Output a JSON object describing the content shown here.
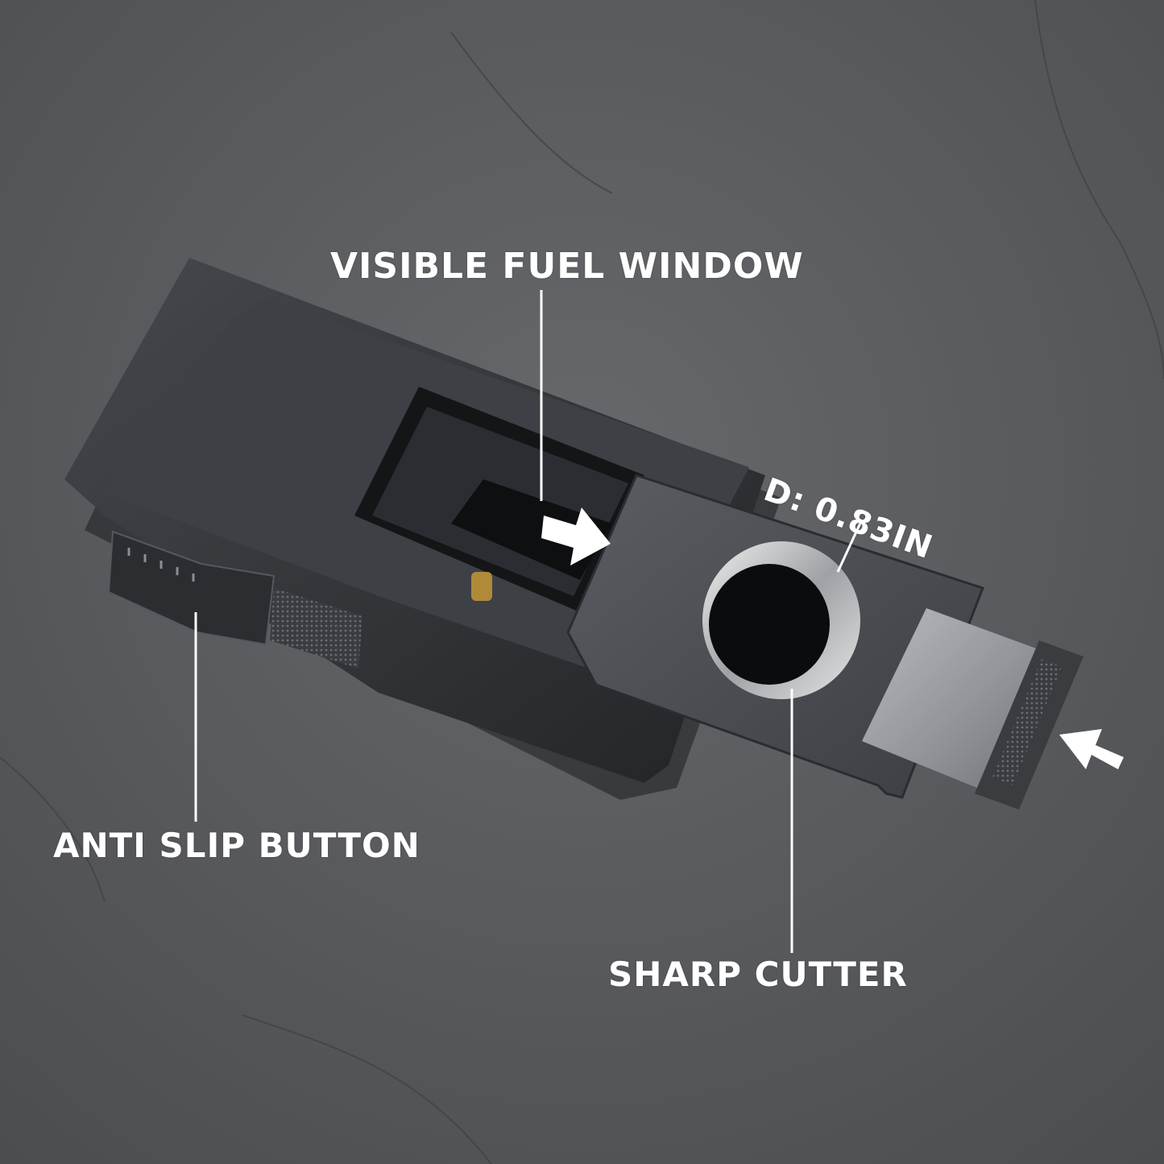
{
  "labels": {
    "fuel_window": "VISIBLE FUEL WINDOW",
    "diameter": "D: 0.83IN",
    "anti_slip": "ANTI SLIP BUTTON",
    "cutter": "SHARP CUTTER"
  },
  "colors": {
    "background": "#55575a",
    "body": "#2f3135",
    "label_text": "#ffffff"
  }
}
